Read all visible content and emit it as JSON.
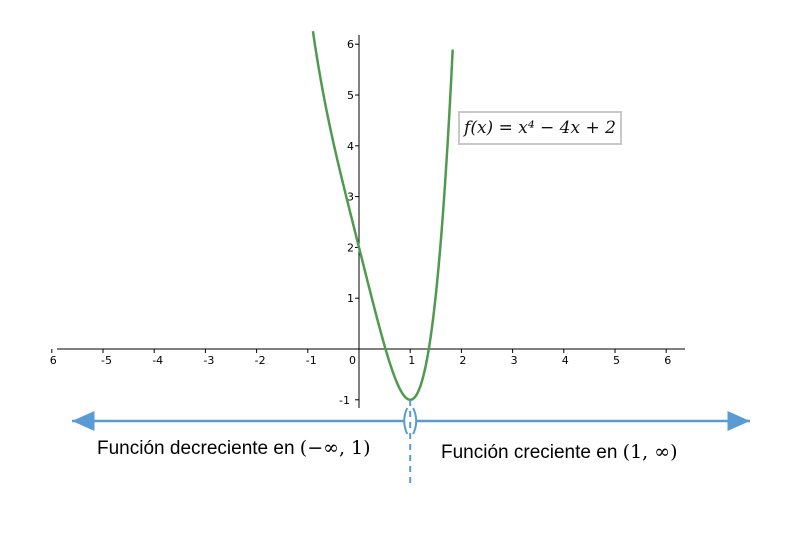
{
  "chart_data": {
    "type": "line",
    "function_label": "f(x) = x⁴ − 4x + 2",
    "series": [
      {
        "x": [
          -0.9,
          -0.75,
          -0.5,
          -0.25,
          0,
          0.25,
          0.5,
          0.75,
          1,
          1.25,
          1.5,
          1.75,
          1.82
        ],
        "y": [
          6.26,
          5.32,
          4.06,
          3.0,
          2.0,
          1.0,
          0.06,
          -0.68,
          -1.0,
          -0.56,
          1.06,
          4.38,
          5.69
        ]
      }
    ],
    "xlim": [
      -6,
      6.3
    ],
    "ylim": [
      -1.2,
      6.3
    ],
    "x_ticks": [
      "6",
      "-5",
      "-4",
      "-3",
      "-2",
      "-1",
      "0",
      "1",
      "2",
      "3",
      "4",
      "5",
      "6"
    ],
    "y_ticks": [
      "-1",
      "1",
      "2",
      "3",
      "4",
      "5",
      "6"
    ],
    "grid": false,
    "colors": {
      "curve": "#4f9a4f",
      "interval": "#5b9bd5",
      "axis": "#000000"
    }
  },
  "annotations": {
    "decreasing_text": "Función decreciente en",
    "decreasing_interval": "(−∞, 1)",
    "increasing_text": "Función creciente en",
    "increasing_interval": "(1, ∞)"
  }
}
